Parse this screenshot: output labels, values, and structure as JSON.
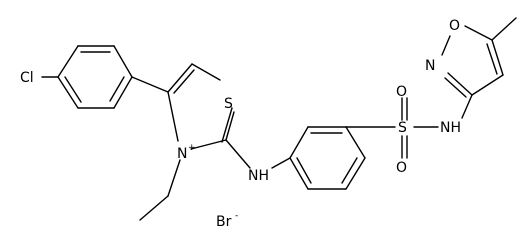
{
  "atoms": {
    "chlorine": "Cl",
    "sulfur_ring": "S",
    "nitrogen_ring": "N",
    "nitrogen_ring_charge": "+",
    "amine_nh": "NH",
    "sulfonyl_s": "S",
    "sulfonyl_o_top": "O",
    "sulfonyl_o_bottom": "O",
    "sulfonamide_nh": "NH",
    "isoxazole_n": "N",
    "isoxazole_o": "O",
    "bromide": "Br",
    "bromide_charge": "-"
  }
}
